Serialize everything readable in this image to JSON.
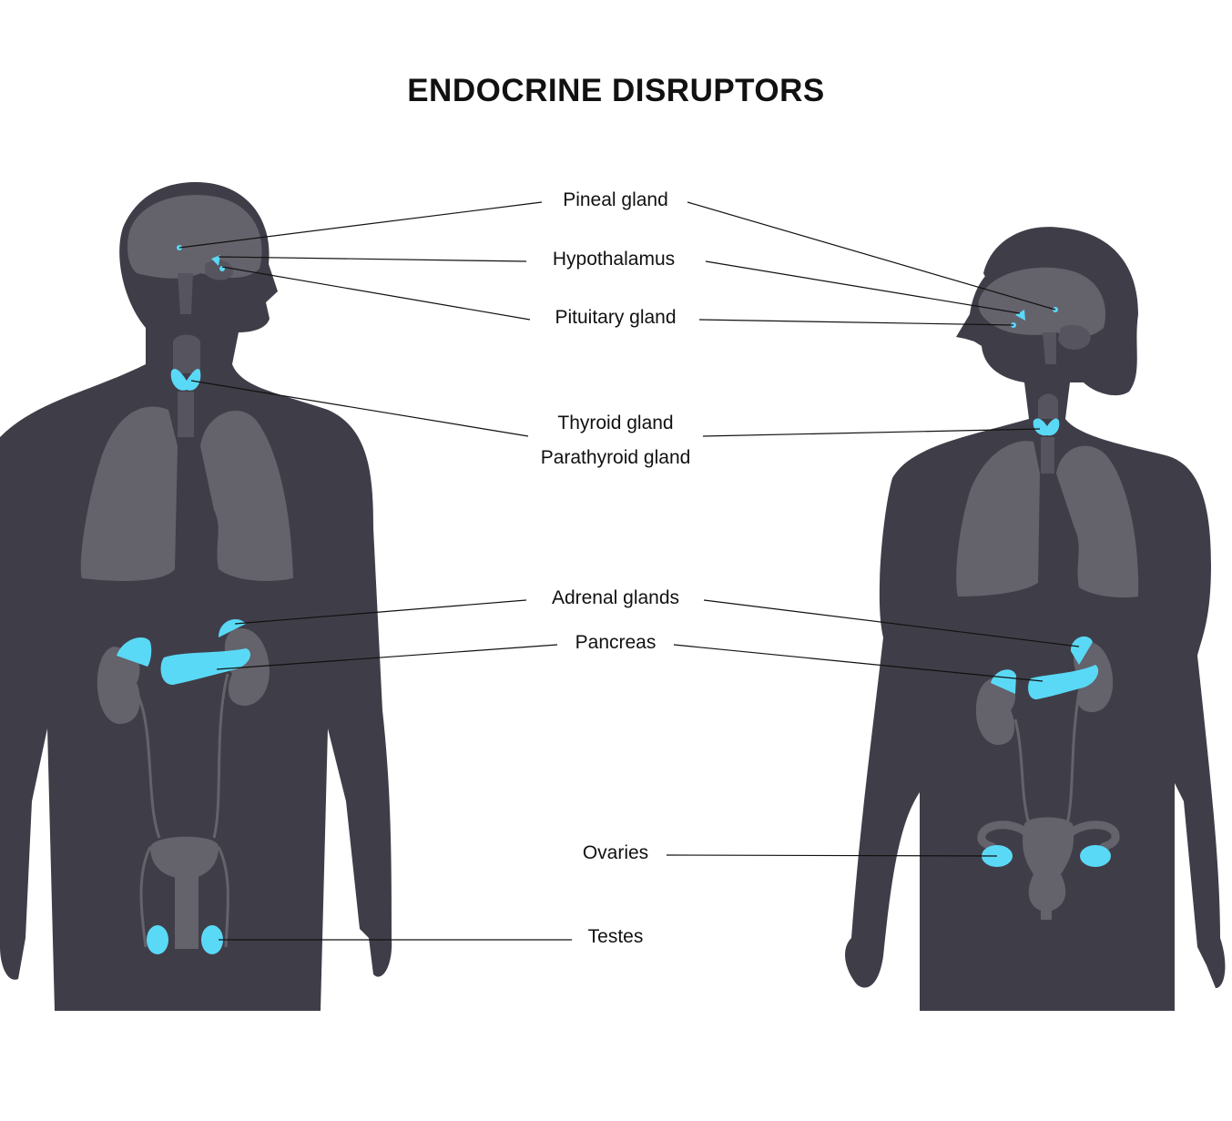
{
  "title": "ENDOCRINE DISRUPTORS",
  "colors": {
    "body": "#3f3e48",
    "organ": "#64626b",
    "gland": "#5ad9f6",
    "line": "#111111"
  },
  "labels": {
    "pineal": "Pineal gland",
    "hypothalamus": "Hypothalamus",
    "pituitary": "Pituitary gland",
    "thyroid": "Thyroid gland",
    "parathyroid": "Parathyroid gland",
    "adrenal": "Adrenal glands",
    "pancreas": "Pancreas",
    "ovaries": "Ovaries",
    "testes": "Testes"
  }
}
